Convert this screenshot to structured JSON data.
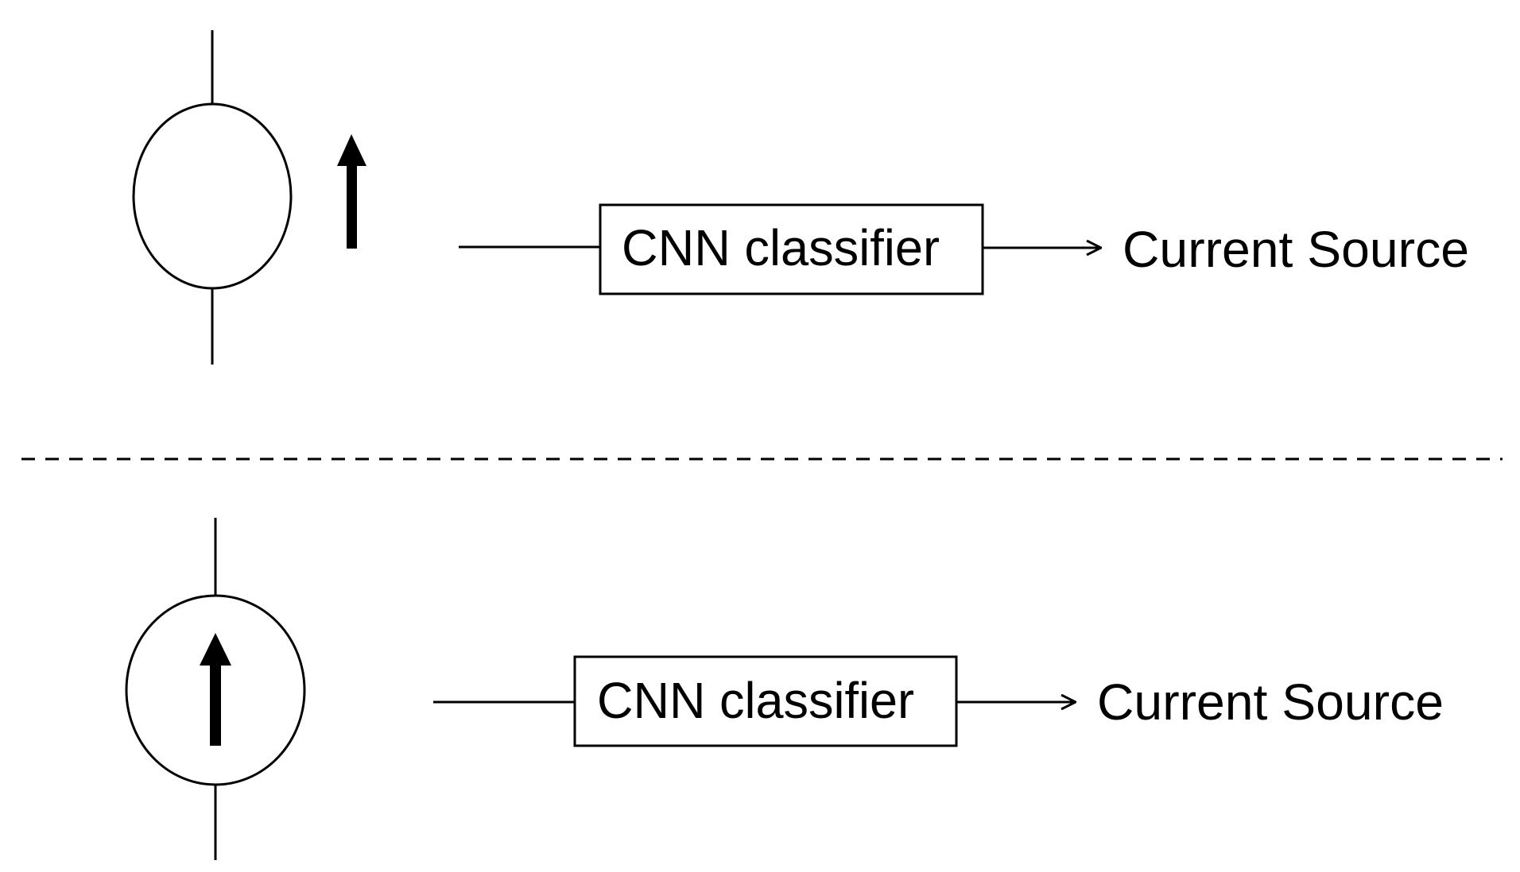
{
  "diagram": {
    "rows": [
      {
        "id": "row-1",
        "symbol": "circle-with-external-arrow",
        "classifier_label": "CNN classifier",
        "output_label": "Current Source"
      },
      {
        "id": "row-2",
        "symbol": "circle-with-internal-arrow",
        "classifier_label": "CNN classifier",
        "output_label": "Current Source"
      }
    ],
    "separator": "dashed-line",
    "colors": {
      "stroke": "#000000",
      "background": "#ffffff"
    }
  }
}
